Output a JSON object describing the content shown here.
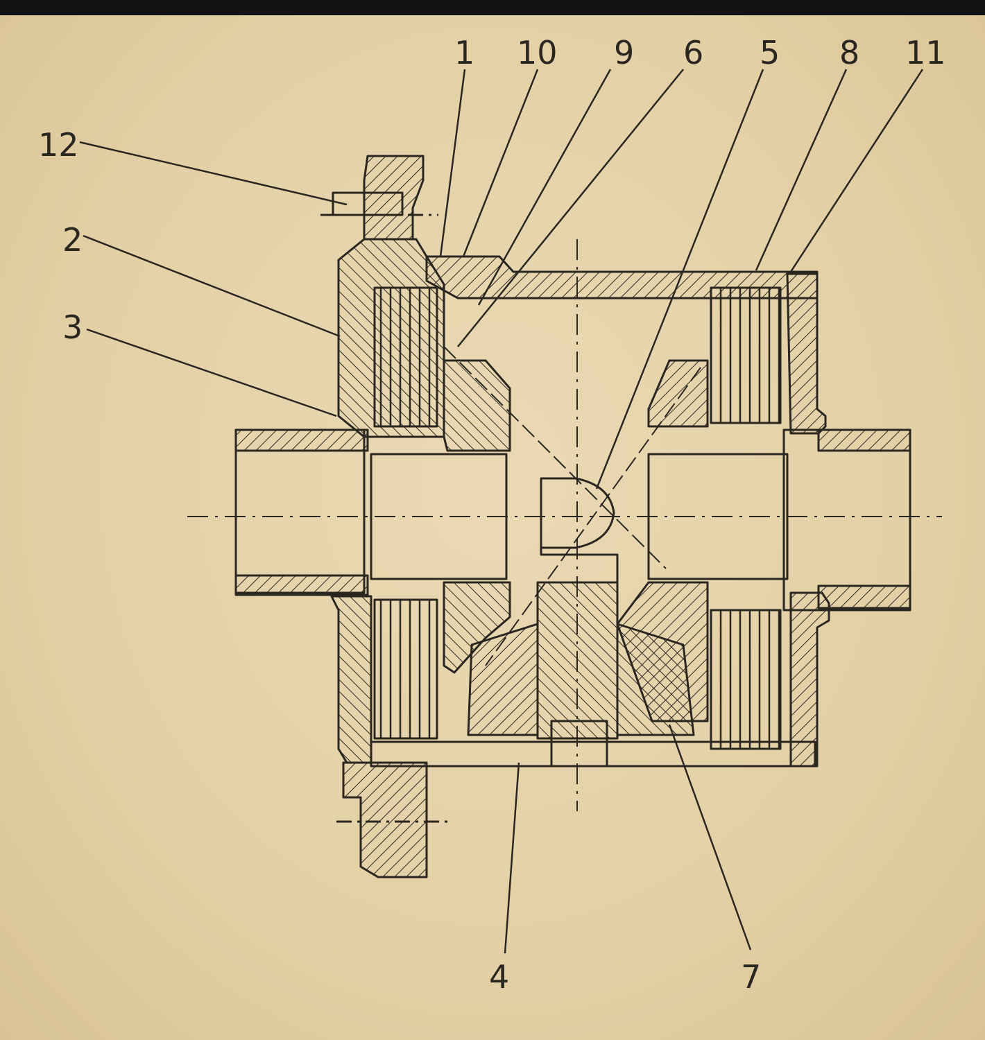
{
  "callouts": {
    "c1": "1",
    "c2": "2",
    "c3": "3",
    "c4": "4",
    "c5": "5",
    "c6": "6",
    "c7": "7",
    "c8": "8",
    "c9": "9",
    "c10": "10",
    "c11": "11",
    "c12": "12"
  },
  "colors": {
    "paper": "#e6d6b0",
    "ink": "#2a2620",
    "top_bar": "#111111"
  }
}
